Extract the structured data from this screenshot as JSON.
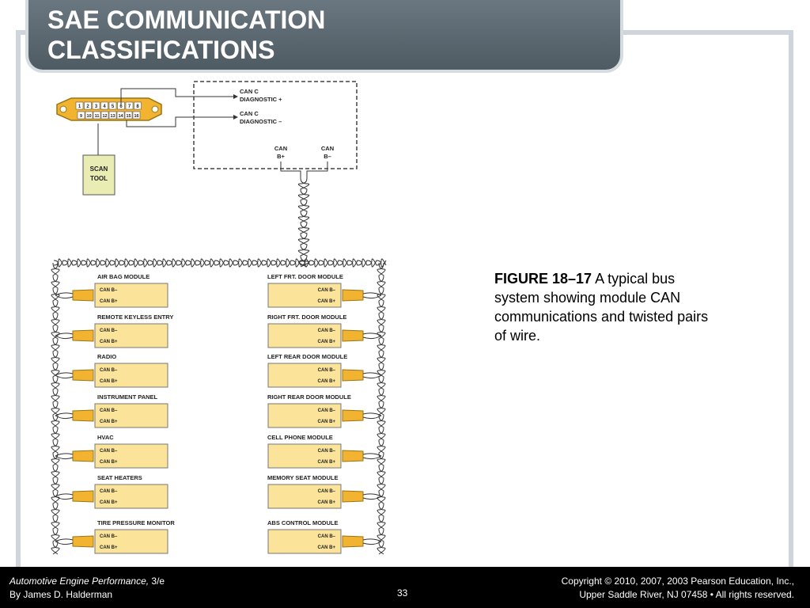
{
  "slide": {
    "title_line1": "SAE COMMUNICATION",
    "title_line2": "CLASSIFICATIONS"
  },
  "diagram": {
    "connector_pins_top": [
      "1",
      "2",
      "3",
      "4",
      "5",
      "6",
      "7",
      "8"
    ],
    "connector_pins_bottom": [
      "9",
      "10",
      "11",
      "12",
      "13",
      "14",
      "15",
      "16"
    ],
    "scan_tool_line1": "SCAN",
    "scan_tool_line2": "TOOL",
    "can_c_diag_plus_line1": "CAN C",
    "can_c_diag_plus_line2": "DIAGNOSTIC +",
    "can_c_diag_minus_line1": "CAN C",
    "can_c_diag_minus_line2": "DIAGNOSTIC –",
    "can_bplus_line1": "CAN",
    "can_bplus_line2": "B+",
    "can_bminus_line1": "CAN",
    "can_bminus_line2": "B–",
    "left_modules": [
      {
        "name": "AIR BAG MODULE",
        "pin1": "CAN B–",
        "pin2": "CAN B+"
      },
      {
        "name": "REMOTE KEYLESS ENTRY",
        "pin1": "CAN B–",
        "pin2": "CAN B+"
      },
      {
        "name": "RADIO",
        "pin1": "CAN B–",
        "pin2": "CAN B+"
      },
      {
        "name": "INSTRUMENT PANEL",
        "pin1": "CAN B–",
        "pin2": "CAN B+"
      },
      {
        "name": "HVAC",
        "pin1": "CAN B–",
        "pin2": "CAN B+"
      },
      {
        "name": "SEAT HEATERS",
        "pin1": "CAN B–",
        "pin2": "CAN B+"
      },
      {
        "name": "TIRE PRESSURE MONITOR",
        "pin1": "CAN B–",
        "pin2": "CAN B+"
      }
    ],
    "right_modules": [
      {
        "name": "LEFT FRT. DOOR MODULE",
        "pin1": "CAN B–",
        "pin2": "CAN B+"
      },
      {
        "name": "RIGHT FRT. DOOR MODULE",
        "pin1": "CAN B–",
        "pin2": "CAN B+"
      },
      {
        "name": "LEFT REAR DOOR MODULE",
        "pin1": "CAN B–",
        "pin2": "CAN B+"
      },
      {
        "name": "RIGHT REAR DOOR MODULE",
        "pin1": "CAN B–",
        "pin2": "CAN B+"
      },
      {
        "name": "CELL PHONE MODULE",
        "pin1": "CAN B–",
        "pin2": "CAN B+"
      },
      {
        "name": "MEMORY SEAT MODULE",
        "pin1": "CAN B–",
        "pin2": "CAN B+"
      },
      {
        "name": "ABS CONTROL MODULE",
        "pin1": "CAN B–",
        "pin2": "CAN B+"
      }
    ]
  },
  "caption": {
    "label": "FIGURE 18–17",
    "text": " A typical bus system showing module CAN communications and twisted pairs of wire."
  },
  "footer": {
    "book_title": "Automotive Engine Performance,",
    "edition": " 3/e",
    "author": "By James D. Halderman",
    "page_number": "33",
    "copyright_line1": "Copyright © 2010, 2007, 2003 Pearson Education, Inc.,",
    "copyright_line2": "Upper Saddle River, NJ 07458 • All rights reserved."
  },
  "colors": {
    "title_bar": "#5d6870",
    "module_fill": "#fbe39a",
    "connector_fill": "#f2b430",
    "scan_tool_fill": "#e9edb4"
  }
}
